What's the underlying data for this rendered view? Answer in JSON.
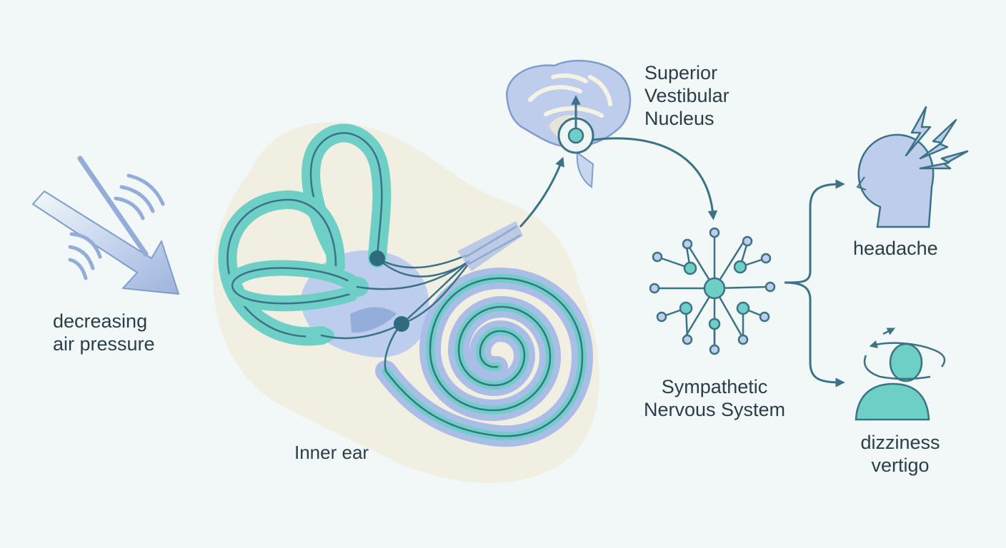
{
  "colors": {
    "background": "#f2f8f8",
    "stroke": "#3a7286",
    "teal": "#6ecfc7",
    "blue": "#a9bde6",
    "cream": "#f1eee2",
    "text": "#2c3d4a"
  },
  "labels": {
    "pressure": [
      "decreasing",
      "air pressure"
    ],
    "inner_ear": "Inner ear",
    "nucleus": [
      "Superior",
      "Vestibular",
      "Nucleus"
    ],
    "sympathetic": [
      "Sympathetic",
      "Nervous System"
    ],
    "headache": "headache",
    "dizziness": [
      "dizziness",
      "vertigo"
    ]
  },
  "icons": {
    "pressure": "pressure-arrow-icon",
    "inner_ear": "inner-ear-icon",
    "brain": "brain-icon",
    "network": "nerve-network-icon",
    "headache": "headache-head-icon",
    "dizziness": "dizzy-person-icon"
  }
}
